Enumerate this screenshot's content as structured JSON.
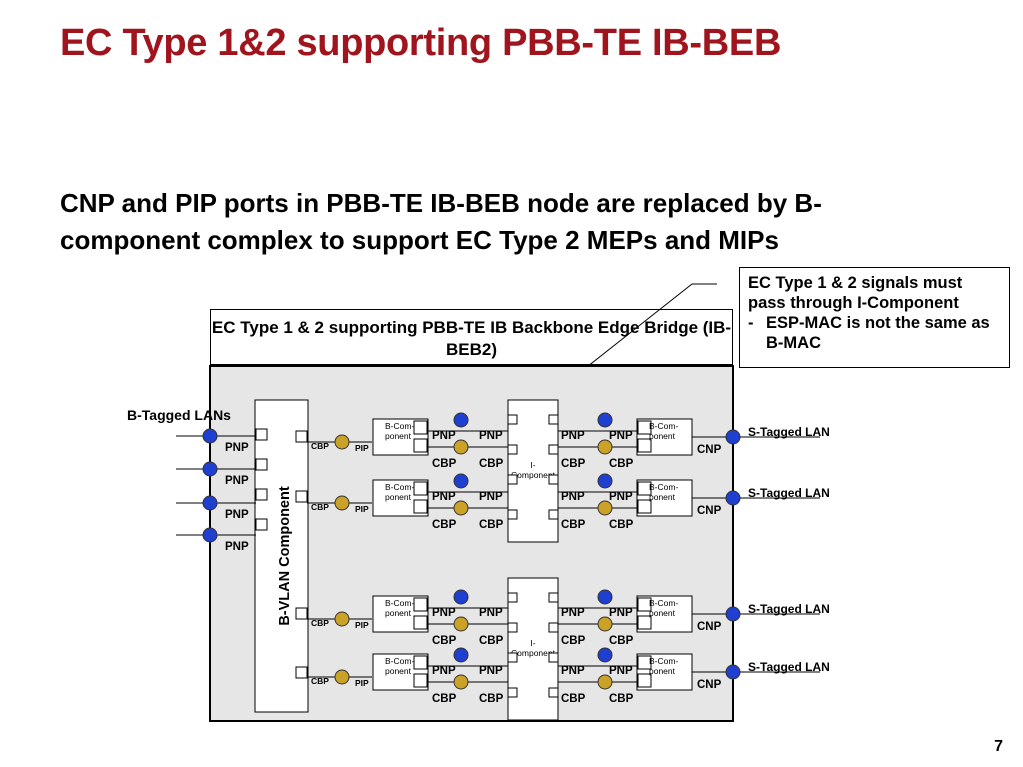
{
  "title": "EC Type 1&2 supporting PBB-TE IB-BEB",
  "subtitle": "CNP and PIP ports in PBB-TE IB-BEB node are replaced by B-component complex to support EC Type 2 MEPs and MIPs",
  "callout": {
    "line1": "EC Type 1 & 2 signals must pass through I-Component",
    "dash": "-",
    "bullet": "ESP-MAC is not the same as B-MAC"
  },
  "bridge_title": "EC Type 1 & 2 supporting PBB-TE IB Backbone Edge Bridge (IB-BEB2)",
  "labels": {
    "b_tagged_lans": "B-Tagged LANs",
    "b_vlan_component": "B-VLAN Component",
    "pnp": "PNP",
    "cbp": "CBP",
    "pip": "PIP",
    "cnp": "CNP",
    "b_component": "B-Com-\nponent",
    "i_component": "I-\nComponent",
    "s_tagged_lan": "S-Tagged LAN"
  },
  "colors": {
    "title": "#a0141e",
    "blue_port": "#1f3fd0",
    "gold_port": "#c9a227",
    "panel_bg": "#e6e6e6"
  },
  "page_number": "7"
}
